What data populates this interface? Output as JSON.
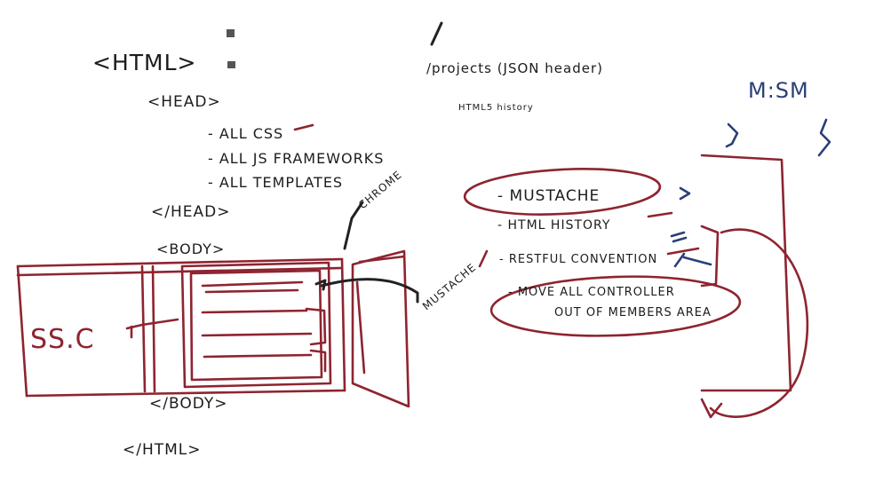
{
  "markup": {
    "html_open": "<HTML>",
    "head_open": "<HEAD>",
    "head_items": [
      "- ALL CSS",
      "- ALL JS FRAMEWORKS",
      "- ALL TEMPLATES"
    ],
    "head_close": "</HEAD>",
    "body_open": "<BODY>",
    "body_close": "</BODY>",
    "html_close": "</HTML>"
  },
  "routes": {
    "root": "/",
    "projects": "/projects (JSON header)",
    "history": "HTML5 history"
  },
  "labels": {
    "sidebar_text": "SS.C",
    "side_note": "CHROME",
    "mustache_note": "MUSTACHE"
  },
  "todo": {
    "heading": "- MUSTACHE",
    "items": [
      "- HTML HISTORY",
      "- RESTFUL CONVENTION"
    ],
    "last_line1": "- MOVE ALL CONTROLLER",
    "last_line2": "OUT OF MEMBERS AREA"
  },
  "ratio": "M:SM",
  "colors": {
    "ink": "#1c1c1c",
    "red": "#8e2430",
    "blue": "#2a3f7a"
  }
}
